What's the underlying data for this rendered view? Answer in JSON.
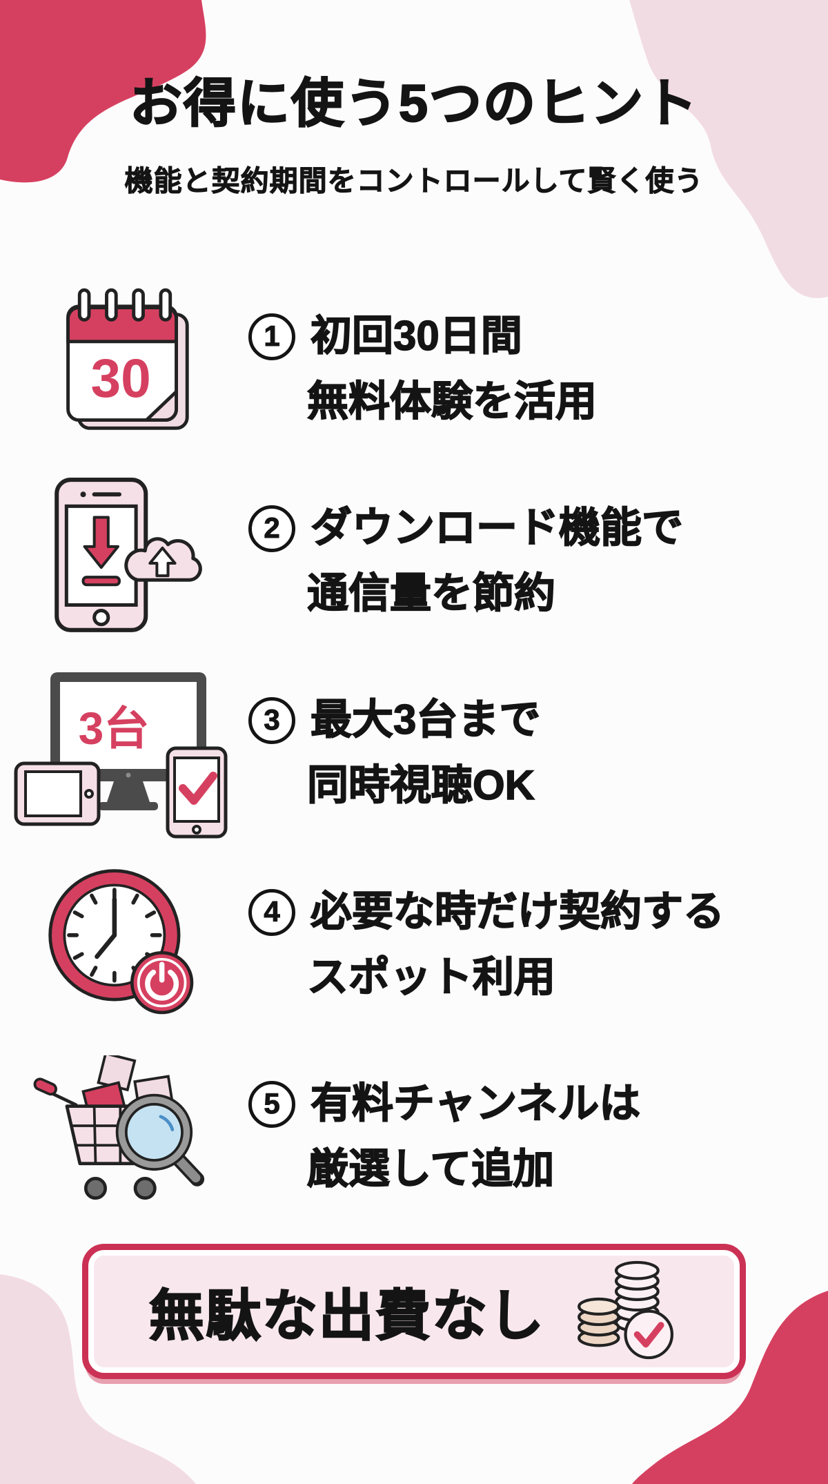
{
  "colors": {
    "crimson": "#d64060",
    "crimson_dark": "#cb3154",
    "light_pink": "#f2dce4",
    "device_pink": "#f6e0e7",
    "banner_bg": "#f8e8ee",
    "outline": "#222222",
    "device_gray": "#4b4b4b",
    "lens_blue": "#c5e2f2",
    "coin_tan": "#eed6c5",
    "text": "#141414"
  },
  "header": {
    "title": "お得に使う5つのヒント",
    "subtitle": "機能と契約期間をコントロールして賢く使う"
  },
  "tips": [
    {
      "number": "1",
      "icon": "calendar-30-icon",
      "icon_label": "30",
      "line1": "初回30日間",
      "line2": "無料体験を活用"
    },
    {
      "number": "2",
      "icon": "phone-download-icon",
      "icon_label": "",
      "line1": "ダウンロード機能で",
      "line2": "通信量を節約"
    },
    {
      "number": "3",
      "icon": "multi-device-icon",
      "icon_label": "3台",
      "line1": "最大3台まで",
      "line2": "同時視聴OK"
    },
    {
      "number": "4",
      "icon": "clock-power-icon",
      "icon_label": "",
      "line1": "必要な時だけ契約する",
      "line2": "スポット利用"
    },
    {
      "number": "5",
      "icon": "cart-search-icon",
      "icon_label": "",
      "line1": "有料チャンネルは",
      "line2": "厳選して追加"
    }
  ],
  "banner": {
    "label": "無駄な出費なし",
    "icon": "coins-check-icon"
  }
}
